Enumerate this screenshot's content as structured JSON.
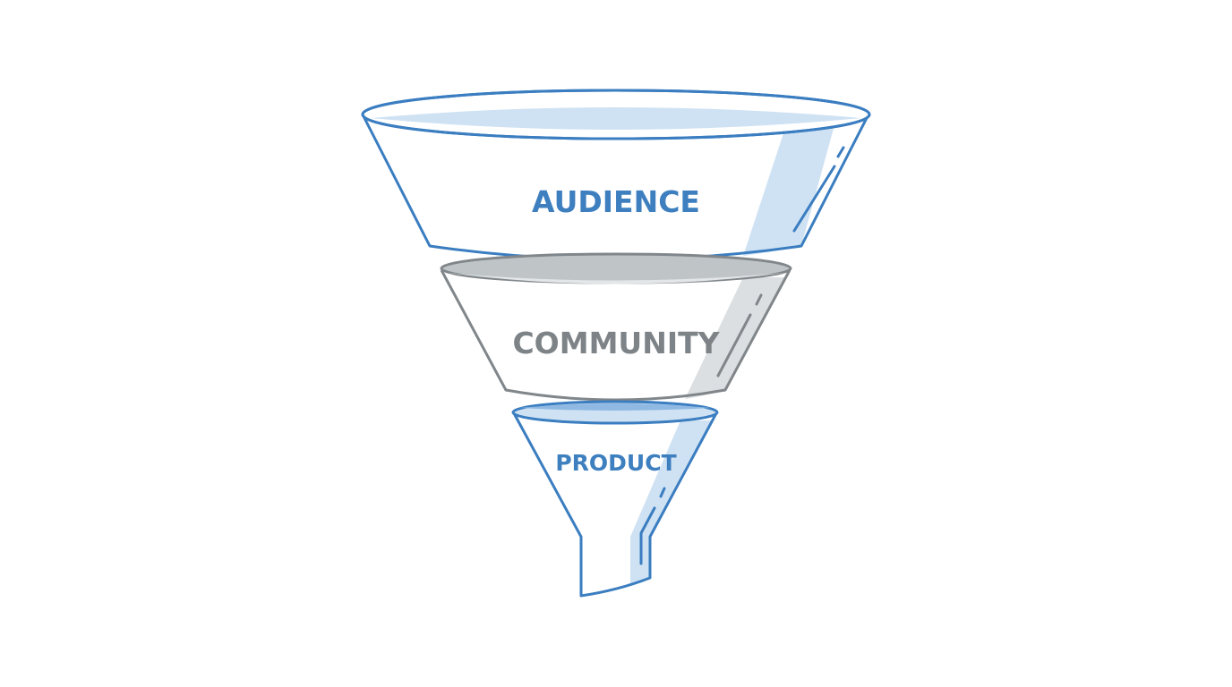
{
  "diagram": {
    "type": "funnel",
    "stages": [
      {
        "label": "AUDIENCE",
        "color": "#3d7fbf"
      },
      {
        "label": "COMMUNITY",
        "color": "#7d8386"
      },
      {
        "label": "PRODUCT",
        "color": "#3d7fbf"
      }
    ]
  },
  "colors": {
    "blue_stroke": "#3a7dc0",
    "blue_fill": "#cfe2f3",
    "gray_stroke": "#80868a",
    "gray_fill": "#dcdfe1",
    "background": "#ffffff"
  }
}
